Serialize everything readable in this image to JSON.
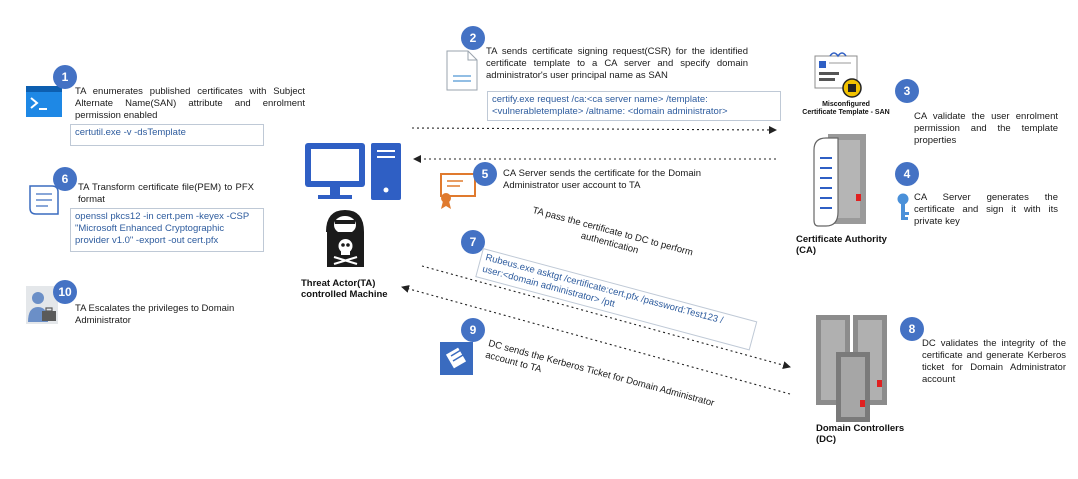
{
  "steps": [
    {
      "num": "1",
      "text": "TA enumerates published certificates with Subject Alternate Name(SAN) attribute and enrolment permission enabled",
      "command": "certutil.exe -v -dsTemplate"
    },
    {
      "num": "2",
      "text": "TA sends certificate signing request(CSR) for the identified certificate template to a CA server and specify domain administrator's user principal name as SAN",
      "command_lines": [
        "certify.exe request /ca:<ca server name> /template:",
        "<vulnerabletemplate> /altname: <domain administrator>"
      ]
    },
    {
      "num": "3",
      "text": "CA validate the user enrolment permission and the template properties"
    },
    {
      "num": "4",
      "text": "CA Server generates the certificate and sign it with its private key"
    },
    {
      "num": "5",
      "text": "CA Server sends the certificate for the Domain Administrator user account to TA"
    },
    {
      "num": "6",
      "text": "TA Transform certificate file(PEM) to PFX format",
      "command_lines": [
        "openssl pkcs12 -in cert.pem -keyex -CSP",
        "\"Microsoft Enhanced Cryptographic",
        "provider v1.0\" -export -out cert.pfx"
      ]
    },
    {
      "num": "7",
      "text": "TA pass the certificate to DC to perform authentication",
      "command_lines": [
        "Rubeus.exe asktgt /certificate:cert.pfx /password:Test123 /",
        "user:<domain administrator> /ptt"
      ]
    },
    {
      "num": "8",
      "text": "DC validates the integrity of the certificate and generate Kerberos ticket for Domain Administrator account"
    },
    {
      "num": "9",
      "text": "DC sends the Kerberos Ticket for Domain Administrator account to TA"
    },
    {
      "num": "10",
      "text": "TA Escalates the privileges to Domain Administrator"
    }
  ],
  "labels": {
    "threat_actor": "Threat Actor(TA) controlled Machine",
    "ca": "Certificate Authority (CA)",
    "dc": "Domain Controllers (DC)",
    "template_line1": "Misconfigured",
    "template_line2": "Certificate Template - SAN"
  },
  "colors": {
    "badge": "#4472c4",
    "command_text": "#2e5c9e",
    "monitor": "#2f5fc4",
    "server": "#8c8c8c",
    "certificate": "#e07a2e"
  },
  "icons": [
    "terminal-icon",
    "document-icon",
    "scroll-icon",
    "user-briefcase-icon",
    "computer-icon",
    "hacker-icon",
    "skull-icon",
    "certificate-icon",
    "ca-server-icon",
    "key-icon",
    "domain-controller-icon",
    "ticket-icon"
  ]
}
